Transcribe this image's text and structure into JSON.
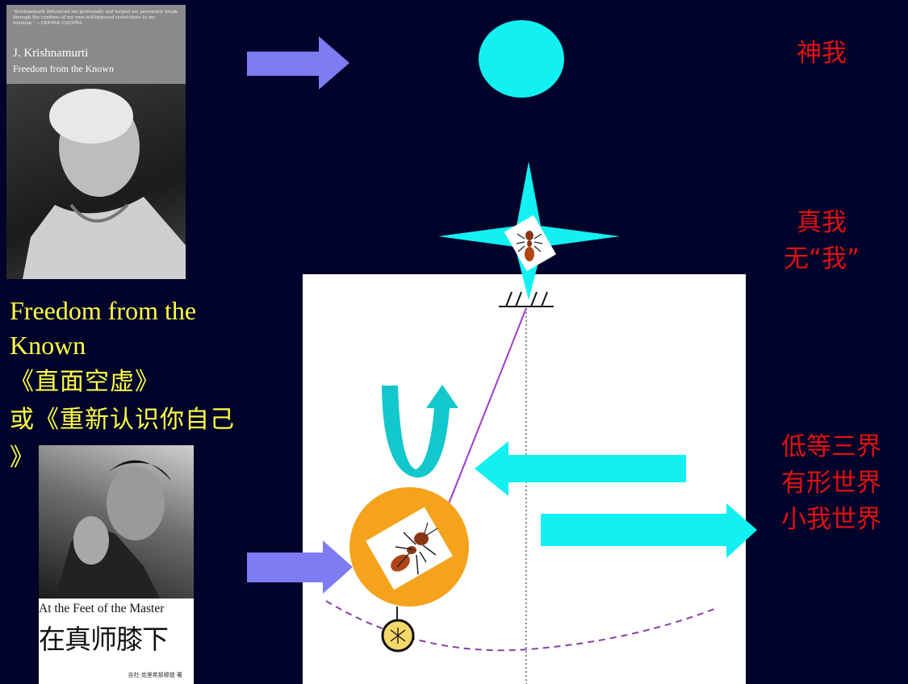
{
  "book1": {
    "blurb": "\"Krishnamurti influenced me profoundly and helped me personally break through the confines of my own self-imposed restrictions to my freedom.\" —DEEPAK CHOPRA",
    "author": "J. Krishnamurti",
    "title": "Freedom from the Known"
  },
  "caption": {
    "line1": "Freedom from the",
    "line2": "Known",
    "line3": "《直面空虚》",
    "line4": "或《重新认识你自己",
    "line5": "》"
  },
  "book2": {
    "title_en": "At the Feet of the Master",
    "title_zh": "在真师膝下",
    "publisher_line": "吉杜·克里希那穆提 著"
  },
  "labels": {
    "divine_self": "神我",
    "true_self_line1": "真我",
    "true_self_line2": "无“我”",
    "lower_line1": "低等三界",
    "lower_line2": "有形世界",
    "lower_line3": "小我世界"
  },
  "colors": {
    "background": "#02032a",
    "cyan": "#12f0f2",
    "label_red": "#dd1111",
    "caption_yellow": "#ffff44",
    "orange": "#f5a31c",
    "arrow_blue": "#7d7cf2"
  },
  "icons": {
    "ant_upper": "ant-icon",
    "ant_lower": "ant-icon"
  }
}
